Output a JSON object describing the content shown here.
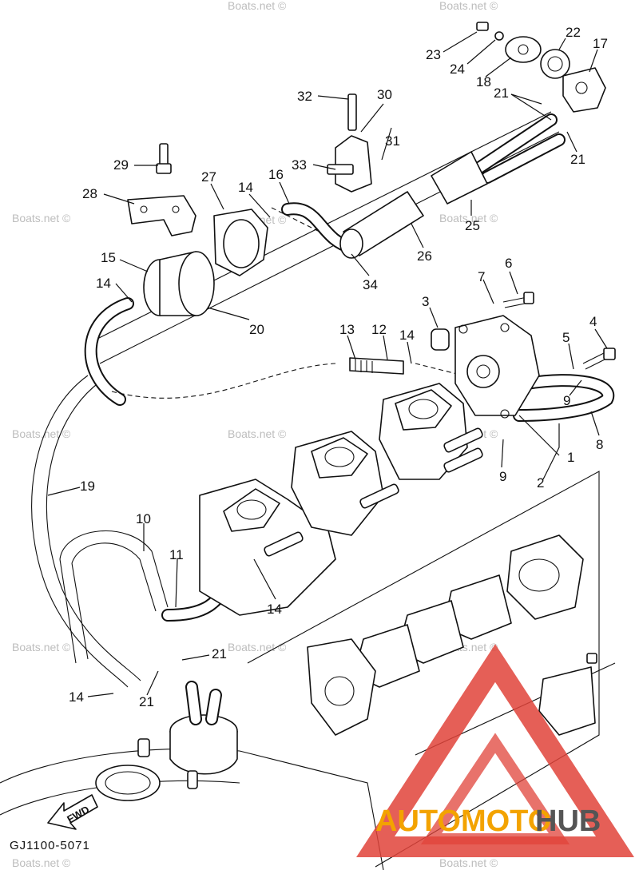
{
  "diagram": {
    "drawing_code": "GJ1100-5071",
    "direction_arrow": "FWD",
    "watermark": "Boats.net ©",
    "logo": {
      "word_a": "AUTOMOTO",
      "word_b": "HUB",
      "accent": "#e0433a",
      "gold": "#f3a300"
    },
    "callouts": {
      "c1": "1",
      "c2": "2",
      "c3": "3",
      "c4": "4",
      "c5": "5",
      "c6": "6",
      "c7": "7",
      "c8": "8",
      "c9a": "9",
      "c9b": "9",
      "c10": "10",
      "c11": "11",
      "c12": "12",
      "c13": "13",
      "c14a": "14",
      "c14b": "14",
      "c14c": "14",
      "c14d": "14",
      "c14e": "14",
      "c15": "15",
      "c16": "16",
      "c17": "17",
      "c18": "18",
      "c19": "19",
      "c20": "20",
      "c21a": "21",
      "c21b": "21",
      "c21c": "21",
      "c21d": "21",
      "c22": "22",
      "c23": "23",
      "c24": "24",
      "c25": "25",
      "c26": "26",
      "c27": "27",
      "c28": "28",
      "c29": "29",
      "c30": "30",
      "c31": "31",
      "c32": "32",
      "c33": "33",
      "c34": "34"
    }
  }
}
